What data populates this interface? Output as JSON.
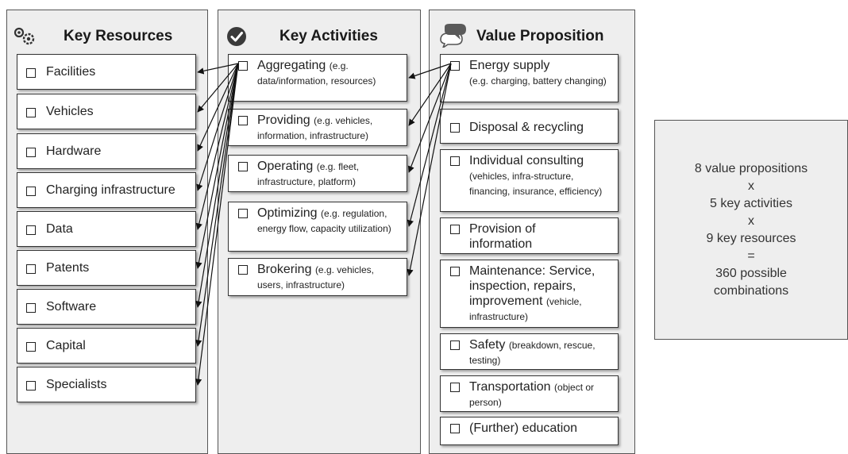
{
  "columns": {
    "resources": {
      "title": "Key Resources"
    },
    "activities": {
      "title": "Key Activities"
    },
    "value": {
      "title": "Value Proposition"
    }
  },
  "resources": [
    {
      "label": "Facilities"
    },
    {
      "label": "Vehicles"
    },
    {
      "label": "Hardware"
    },
    {
      "label": "Charging infrastructure"
    },
    {
      "label": "Data"
    },
    {
      "label": "Patents"
    },
    {
      "label": "Software"
    },
    {
      "label": "Capital"
    },
    {
      "label": "Specialists"
    }
  ],
  "activities": [
    {
      "main": "Aggregating",
      "detail": "(e.g. data/information, resources)"
    },
    {
      "main": "Providing",
      "detail": "(e.g. vehicles, information, infrastructure)"
    },
    {
      "main": "Operating",
      "detail": "(e.g. fleet, infrastructure, platform)"
    },
    {
      "main": "Optimizing",
      "detail": "(e.g. regulation,  energy flow, capacity utilization)"
    },
    {
      "main": "Brokering",
      "detail": "(e.g. vehicles, users, infrastructure)"
    }
  ],
  "value_propositions": [
    {
      "main": "Energy supply",
      "detail": "(e.g. charging, battery changing)"
    },
    {
      "main": "Disposal & recycling",
      "detail": ""
    },
    {
      "main": "Individual consulting",
      "detail": "(vehicles, infra-structure, financing, insurance, efficiency)"
    },
    {
      "main": "Provision of information",
      "detail": ""
    },
    {
      "main": "Maintenance: Service, inspection, repairs, improvement",
      "detail": "(vehicle, infrastructure)"
    },
    {
      "main": "Safety",
      "detail": "(breakdown, rescue, testing)"
    },
    {
      "main": "Transportation",
      "detail": "(object or person)"
    },
    {
      "main": "(Further) education",
      "detail": ""
    }
  ],
  "summary": {
    "line1": "8 value propositions",
    "line2": "x",
    "line3": "5 key activities",
    "line4": "x",
    "line5": "9 key resources",
    "line6": "=",
    "line7": "360 possible",
    "line8": "combinations"
  },
  "icons": {
    "resources": "gears-icon",
    "activities": "checkmark-circle-icon",
    "value": "speech-bubbles-icon"
  }
}
